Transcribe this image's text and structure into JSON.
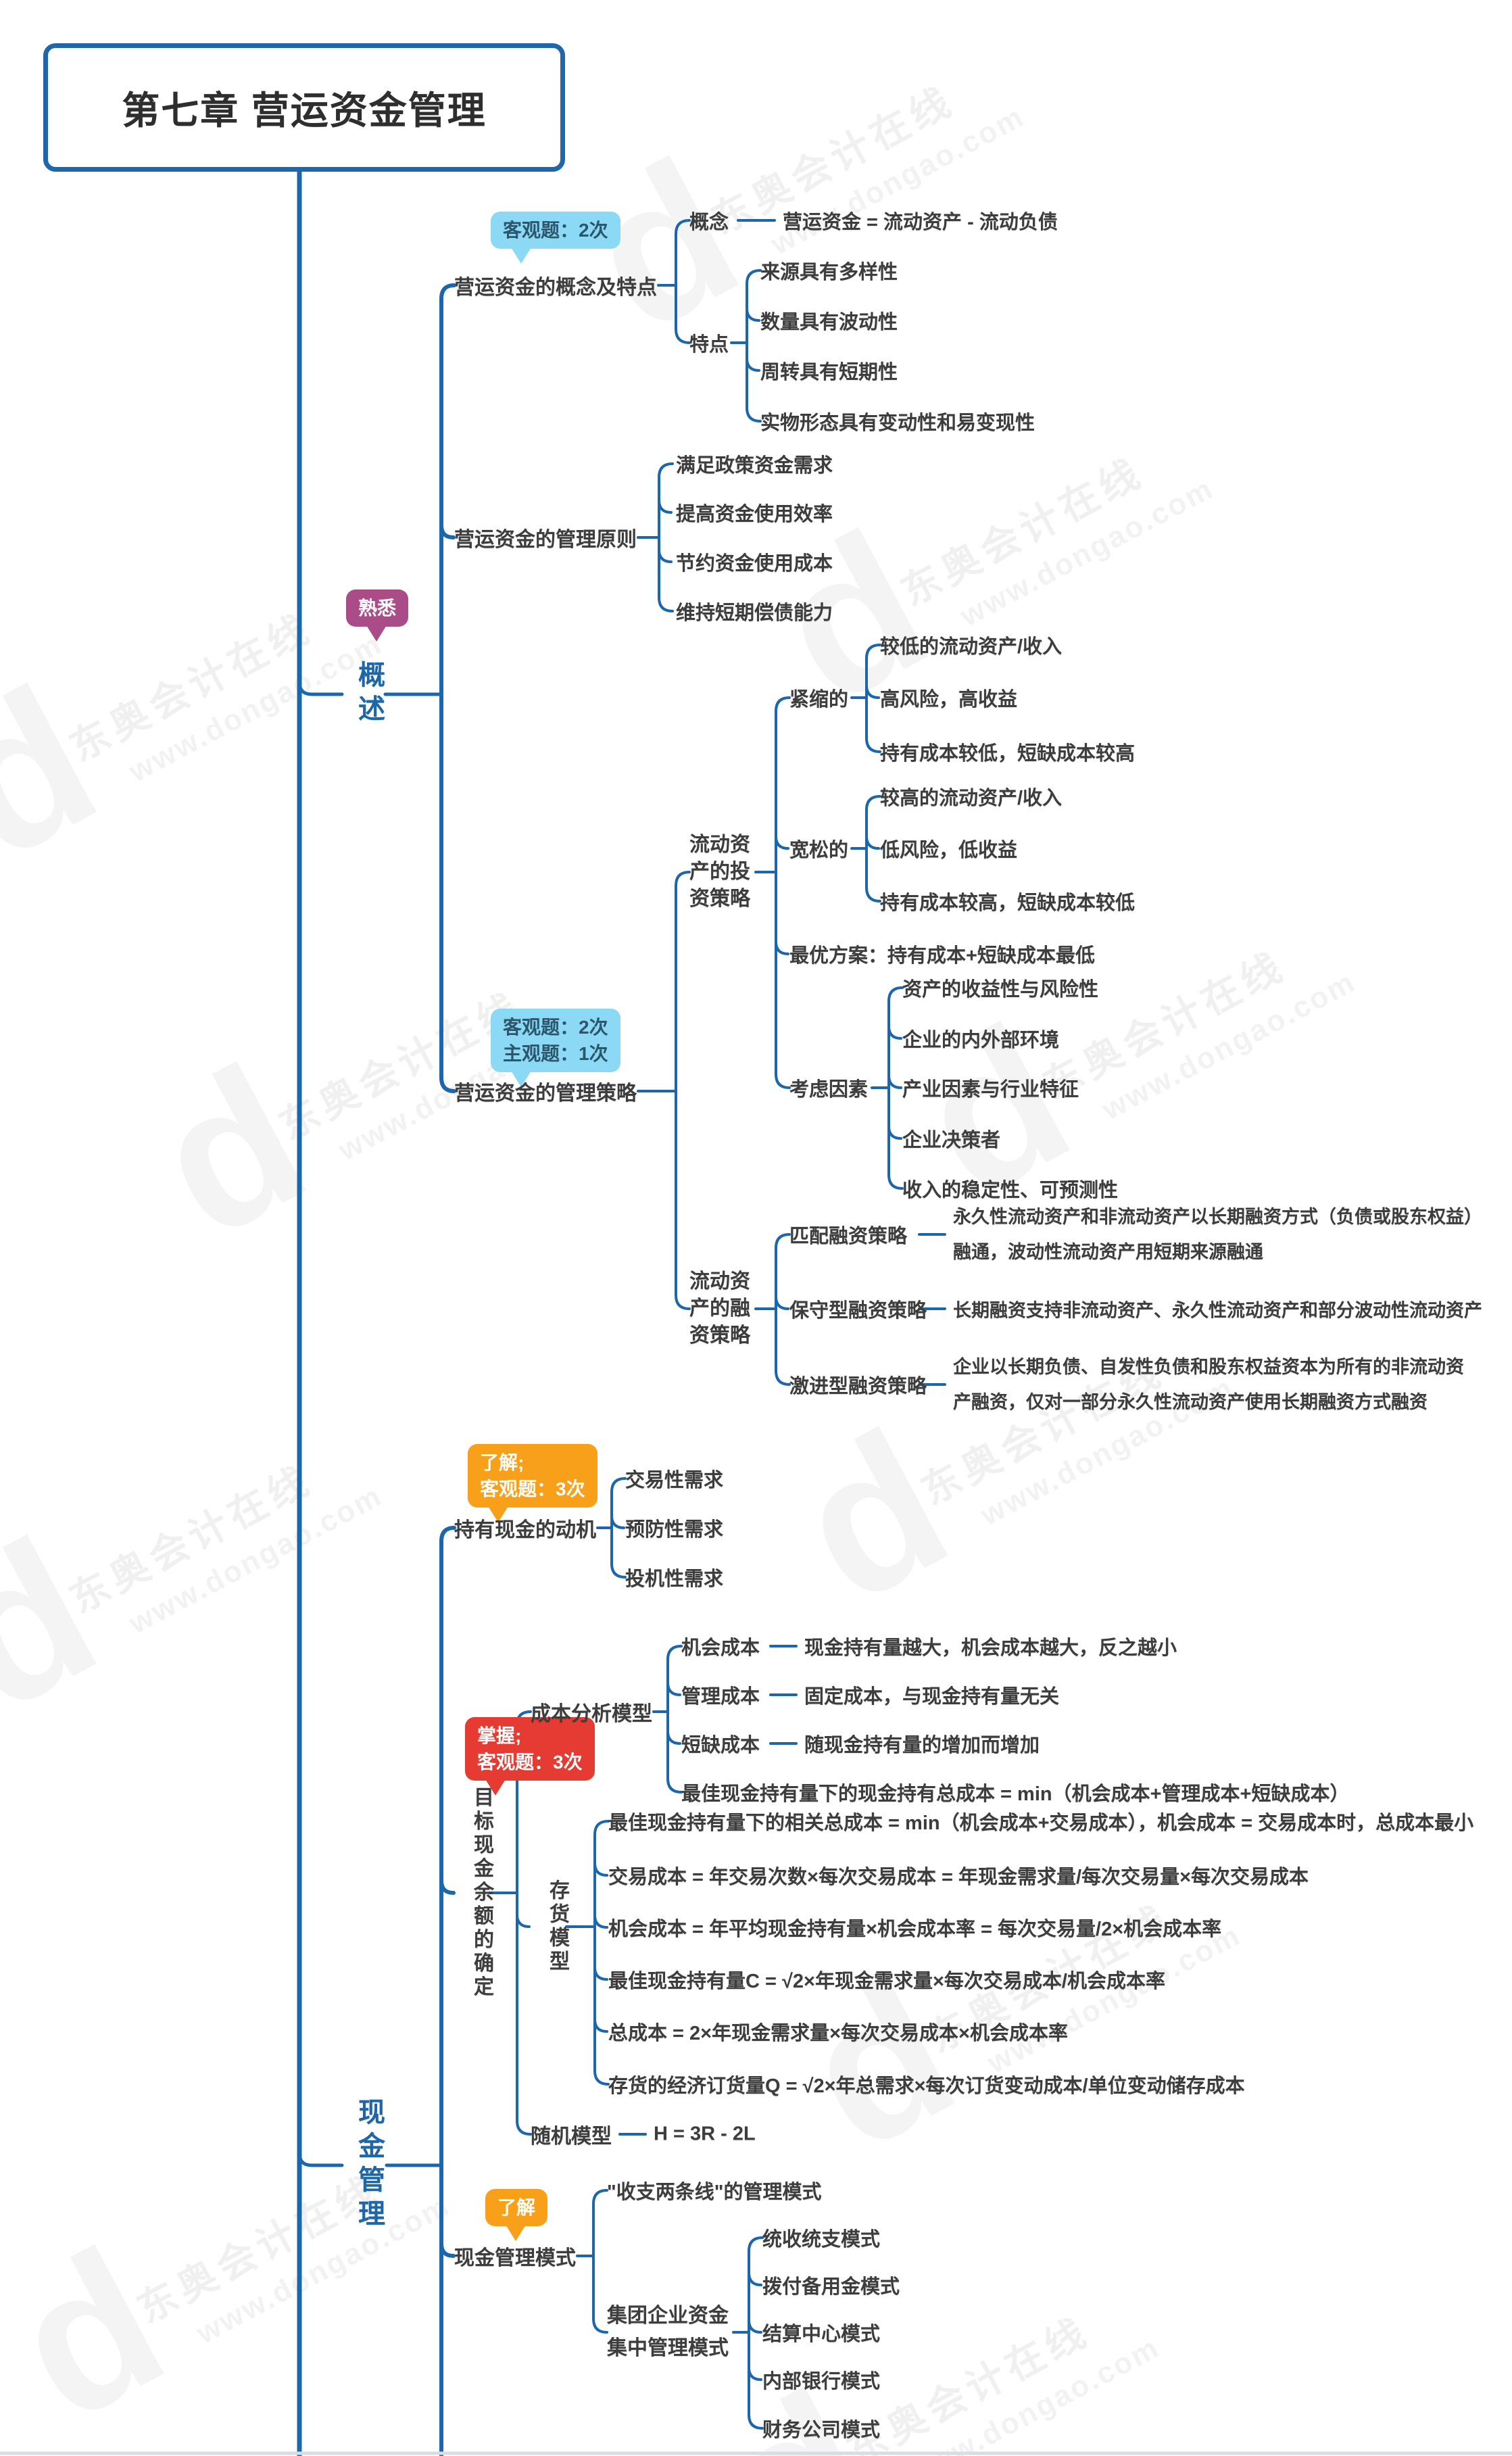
{
  "title": "第七章 营运资金管理",
  "watermark": {
    "logo": "d",
    "brand": "东奥会计在线",
    "site": "www.dongao.com"
  },
  "overview": {
    "section_label": "概述",
    "section_badge": "熟悉",
    "concept_topic": {
      "badge": "客观题：2次",
      "label": "营运资金的概念及特点",
      "concept_label": "概念",
      "concept_formula": "营运资金 = 流动资产 - 流动负债",
      "features_label": "特点",
      "features": [
        "来源具有多样性",
        "数量具有波动性",
        "周转具有短期性",
        "实物形态具有变动性和易变现性"
      ]
    },
    "principles": {
      "label": "营运资金的管理原则",
      "items": [
        "满足政策资金需求",
        "提高资金使用效率",
        "节约资金使用成本",
        "维持短期偿债能力"
      ]
    },
    "strategy": {
      "badge_line1": "客观题：2次",
      "badge_line2": "主观题：1次",
      "label": "营运资金的管理策略",
      "investment": {
        "label": "流动资产的投资策略",
        "tight_label": "紧缩的",
        "tight_items": [
          "较低的流动资产/收入",
          "高风险，高收益",
          "持有成本较低，短缺成本较高"
        ],
        "loose_label": "宽松的",
        "loose_items": [
          "较高的流动资产/收入",
          "低风险，低收益",
          "持有成本较高，短缺成本较低"
        ],
        "optimal": "最优方案：持有成本+短缺成本最低",
        "factors_label": "考虑因素",
        "factors": [
          "资产的收益性与风险性",
          "企业的内外部环境",
          "产业因素与行业特征",
          "企业决策者",
          "收入的稳定性、可预测性"
        ]
      },
      "financing": {
        "label": "流动资产的融资策略",
        "matching_label": "匹配融资策略",
        "matching_desc": "永久性流动资产和非流动资产以长期融资方式（负债或股东权益）融通，波动性流动资产用短期来源融通",
        "conservative_label": "保守型融资策略",
        "conservative_desc": "长期融资支持非流动资产、永久性流动资产和部分波动性流动资产",
        "aggressive_label": "激进型融资策略",
        "aggressive_desc": "企业以长期负债、自发性负债和股东权益资本为所有的非流动资产融资，仅对一部分永久性流动资产使用长期融资方式融资"
      }
    }
  },
  "cash": {
    "section_label": "现金管理",
    "motives": {
      "badge_line1": "了解;",
      "badge_line2": "客观题：3次",
      "label": "持有现金的动机",
      "items": [
        "交易性需求",
        "预防性需求",
        "投机性需求"
      ]
    },
    "target": {
      "badge_line1": "掌握;",
      "badge_line2": "客观题：3次",
      "label": "目标现金余额的确定",
      "cost_model": {
        "label": "成本分析模型",
        "opportunity_label": "机会成本",
        "opportunity_desc": "现金持有量越大，机会成本越大，反之越小",
        "management_label": "管理成本",
        "management_desc": "固定成本，与现金持有量无关",
        "shortage_label": "短缺成本",
        "shortage_desc": "随现金持有量的增加而增加",
        "total": "最佳现金持有量下的现金持有总成本 = min（机会成本+管理成本+短缺成本）"
      },
      "inventory_model": {
        "label": "存货模型",
        "items": [
          "最佳现金持有量下的相关总成本 = min（机会成本+交易成本），机会成本 = 交易成本时，总成本最小",
          "交易成本 = 年交易次数×每次交易成本 = 年现金需求量/每次交易量×每次交易成本",
          "机会成本 = 年平均现金持有量×机会成本率 = 每次交易量/2×机会成本率",
          "最佳现金持有量C = √2×年现金需求量×每次交易成本/机会成本率",
          "总成本 = 2×年现金需求量×每次交易成本×机会成本率",
          "存货的经济订货量Q = √2×年总需求×每次订货变动成本/单位变动储存成本"
        ]
      },
      "random_model": {
        "label": "随机模型",
        "formula": "H = 3R - 2L"
      }
    },
    "mode": {
      "badge": "了解",
      "label": "现金管理模式",
      "two_line": "\"收支两条线\"的管理模式",
      "group_label": "集团企业资金集中管理模式",
      "group_items": [
        "统收统支模式",
        "拨付备用金模式",
        "结算中心模式",
        "内部银行模式",
        "财务公司模式"
      ]
    }
  }
}
